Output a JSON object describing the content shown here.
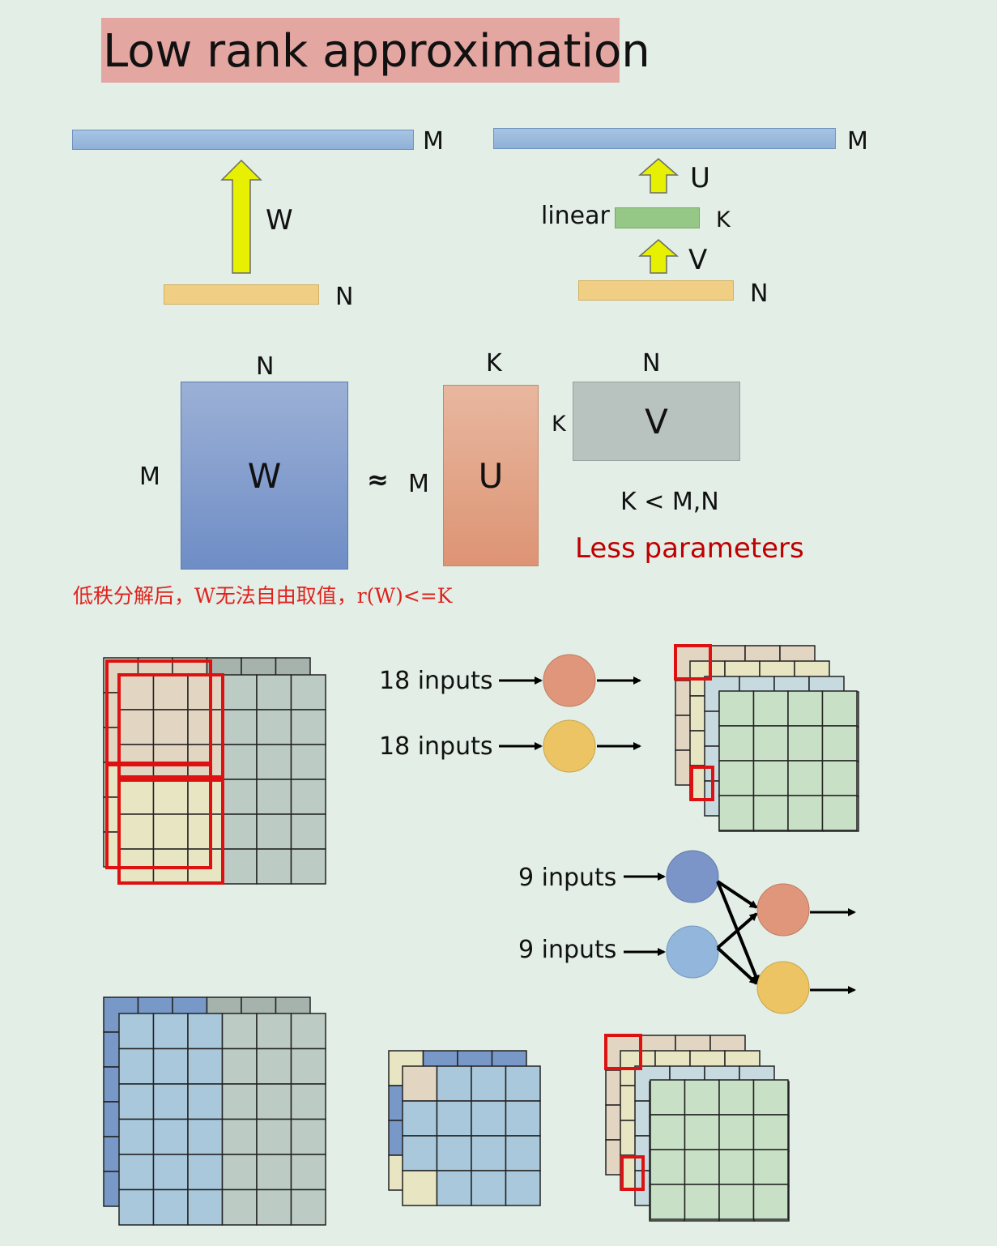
{
  "title": "Low rank approximation",
  "top_left": {
    "out_label": "M",
    "weight_label": "W",
    "in_label": "N"
  },
  "top_right": {
    "out_label": "M",
    "u_label": "U",
    "linear_label": "linear",
    "k_label": "K",
    "v_label": "V",
    "in_label": "N"
  },
  "matrix": {
    "w_top": "N",
    "w_left": "M",
    "w_center": "W",
    "approx": "≈",
    "u_top": "K",
    "u_left": "M",
    "u_center": "U",
    "v_top": "N",
    "v_left": "K",
    "v_center": "V",
    "constraint": "K < M,N",
    "benefit": "Less parameters"
  },
  "note": "低秩分解后，W无法自由取值，r(W)<=K",
  "conv": {
    "input1": "18 inputs",
    "input2": "18 inputs",
    "input3": "9 inputs",
    "input4": "9 inputs"
  },
  "colors": {
    "background": "#e2eee6",
    "title_bg": "#e4a6a1",
    "accent_red": "#c00000",
    "arrow_yellow": "#e6f000",
    "neuron_orange": "#e0967a",
    "neuron_yellow": "#ecc463",
    "neuron_blue_dark": "#7c95c9",
    "neuron_blue_light": "#93b6dd"
  }
}
